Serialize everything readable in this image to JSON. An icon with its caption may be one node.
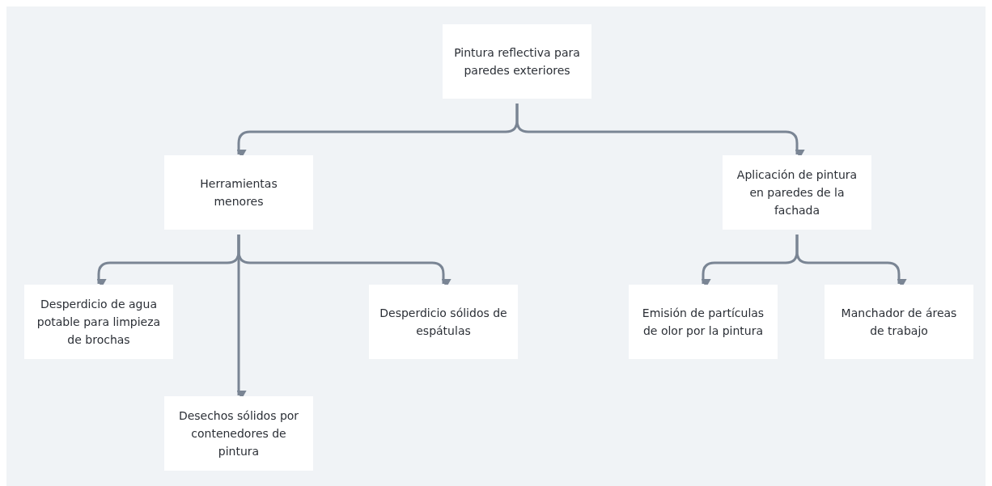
{
  "diagram": {
    "nodes": [
      {
        "text": [
          "Pintura reflectiva para paredes exteriores"
        ]
      },
      {
        "text": [
          "Herramientas menores"
        ]
      },
      {
        "text": [
          "Aplicación de pintura en paredes de la fachada"
        ]
      },
      {
        "text": [
          "Desperdicio de agua potable para limpieza de brochas"
        ]
      },
      {
        "text": [
          "Desechos sólidos por contenedores de pintura"
        ]
      },
      {
        "text": [
          "Desperdicio sólidos de espátulas"
        ]
      },
      {
        "text": [
          "Emisión de partículas de olor por la pintura"
        ]
      },
      {
        "text": [
          "Manchador de áreas de trabajo"
        ]
      }
    ],
    "edges": [
      {
        "from": 0,
        "to": 1,
        "arrow": "to"
      },
      {
        "from": 0,
        "to": 2,
        "arrow": "to"
      },
      {
        "from": 1,
        "to": 3,
        "arrow": "to"
      },
      {
        "from": 1,
        "to": 4,
        "arrow": "to"
      },
      {
        "from": 1,
        "to": 5,
        "arrow": "to"
      },
      {
        "from": 2,
        "to": 6,
        "arrow": "to"
      },
      {
        "from": 2,
        "to": 7,
        "arrow": "to"
      }
    ]
  }
}
